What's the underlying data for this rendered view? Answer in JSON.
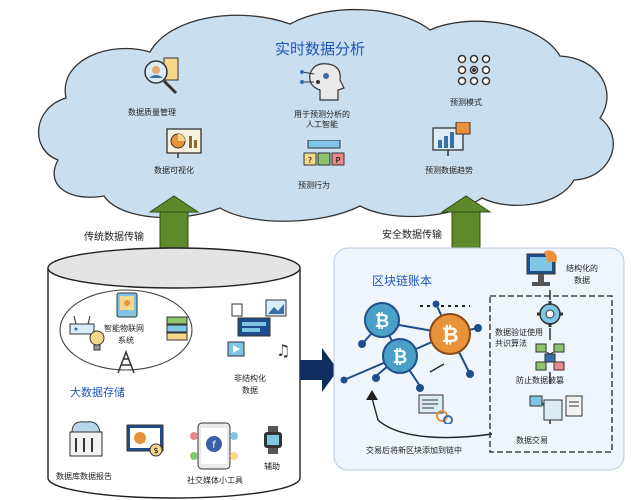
{
  "cloud": {
    "title": "实时数据分析",
    "items": {
      "quality": "数据质量管理",
      "ai_line1": "用于预测分析的",
      "ai_line2": "人工智能",
      "model": "预测模式",
      "viz": "数据可视化",
      "behavior": "预测行为",
      "trend": "预测数据趋势"
    }
  },
  "arrows": {
    "traditional": "传统数据传输",
    "secure": "安全数据传输"
  },
  "cylinder": {
    "iot_line1": "智能物联网",
    "iot_line2": "系统",
    "unstructured_line1": "非结构化",
    "unstructured_line2": "数据",
    "bigdata": "大数据存储",
    "bottom": {
      "db_report": "数据库数据报告",
      "social": "社交媒体小工具",
      "aux": "辅助"
    }
  },
  "blockchain": {
    "title": "区块链账本",
    "structured_line1": "结构化的",
    "structured_line2": "数据",
    "consensus_line1": "数据验证使用",
    "consensus_line2": "共识算法",
    "prevent": "防止数据被篡",
    "exchange": "数据交易",
    "new_block": "交易后将新区块添加到链中"
  },
  "colors": {
    "cloud_fill": "#c9dff0",
    "green_arrow": "#5e8a2c",
    "navy_arrow": "#0f2d5e",
    "panel_fill": "#eef5fc",
    "coin_blue": "#4aa0c8",
    "coin_orange": "#e8923a"
  }
}
